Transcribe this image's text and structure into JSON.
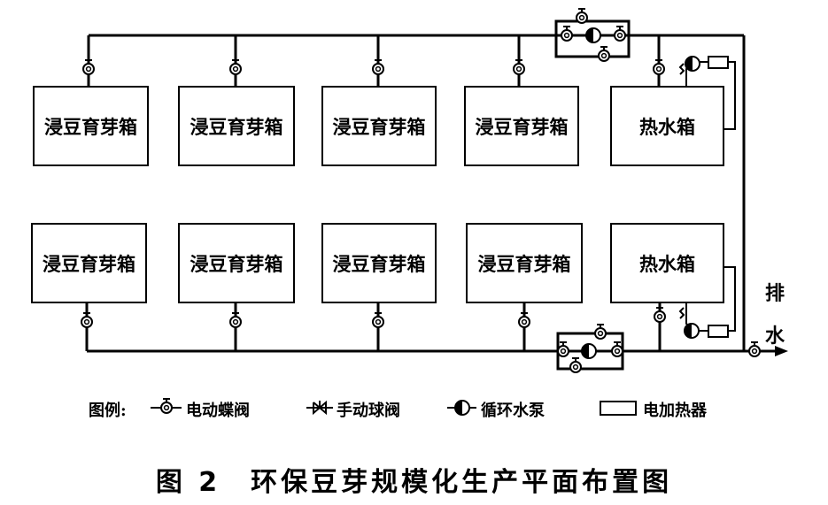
{
  "boxes": {
    "top": [
      "浸豆育芽箱",
      "浸豆育芽箱",
      "浸豆育芽箱",
      "浸豆育芽箱",
      "热水箱"
    ],
    "bottom": [
      "浸豆育芽箱",
      "浸豆育芽箱",
      "浸豆育芽箱",
      "浸豆育芽箱",
      "热水箱"
    ]
  },
  "drain": {
    "char1": "排",
    "char2": "水"
  },
  "legend": {
    "title": "图例:",
    "butterfly_valve": "电动蝶阀",
    "ball_valve": "手动球阀",
    "pump": "循环水泵",
    "heater": "电加热器"
  },
  "caption": "图 2　环保豆芽规模化生产平面布置图"
}
